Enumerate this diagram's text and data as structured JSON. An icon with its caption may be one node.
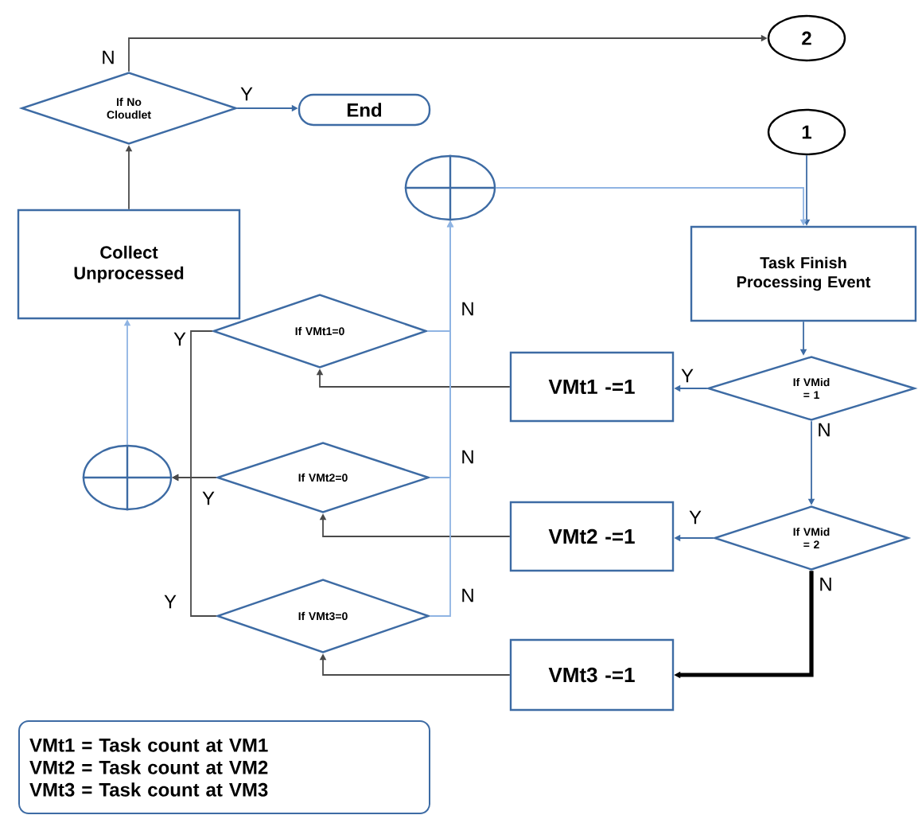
{
  "diagram": {
    "nodes": [
      {
        "text": [
          "If No Cloudlet"
        ]
      },
      {
        "text": [
          "End"
        ]
      },
      {
        "text": [
          "2"
        ]
      },
      {
        "text": [
          "1"
        ]
      },
      {
        "text": [],
        "shape": "circle"
      },
      {
        "text": [
          "Collect Unprocessed"
        ]
      },
      {
        "text": [
          "Task Finish Processing Event"
        ]
      },
      {
        "text": [
          "If VMt1=0"
        ]
      },
      {
        "text": [
          "VMt1 -=1"
        ]
      },
      {
        "text": [
          "If VMid = 1"
        ]
      },
      {
        "text": [],
        "shape": "circle"
      },
      {
        "text": [
          "If VMt2=0"
        ]
      },
      {
        "text": [
          "VMt2 -=1"
        ]
      },
      {
        "text": [
          "If VMid = 2"
        ]
      },
      {
        "text": [
          "If VMt3=0"
        ]
      },
      {
        "text": [
          "VMt3 -=1"
        ]
      },
      {
        "text": [
          "VMt1 = Task count at VM1",
          "VMt2 = Task count at VM2",
          "VMt3 = Task count at VM3"
        ]
      }
    ],
    "edges": [
      {
        "from": 0,
        "to": 2,
        "arrow": "to",
        "label": "N"
      },
      {
        "from": 0,
        "to": 1,
        "arrow": "to",
        "label": "Y",
        "color": "#3d6ba4"
      },
      {
        "from": 5,
        "to": 0,
        "arrow": "to"
      },
      {
        "from": 3,
        "to": 6,
        "arrow": "to",
        "color": "#3d6ba4"
      },
      {
        "from": 4,
        "to": 6,
        "arrow": "to",
        "color": "#8fb4e3"
      },
      {
        "from": 6,
        "to": 9,
        "arrow": "to",
        "color": "#3d6ba4"
      },
      {
        "from": 9,
        "to": 8,
        "arrow": "to",
        "label": "Y",
        "color": "#3d6ba4"
      },
      {
        "from": 9,
        "to": 13,
        "arrow": "to",
        "label": "N",
        "color": "#3d6ba4"
      },
      {
        "from": 13,
        "to": 12,
        "arrow": "to",
        "label": "Y",
        "color": "#3d6ba4"
      },
      {
        "from": 13,
        "to": 15,
        "arrow": "to",
        "label": "N",
        "style": "thick",
        "color": "#000000"
      },
      {
        "from": 8,
        "to": 7,
        "arrow": "to"
      },
      {
        "from": 12,
        "to": 11,
        "arrow": "to"
      },
      {
        "from": 15,
        "to": 14,
        "arrow": "to"
      },
      {
        "from": 7,
        "to": 4,
        "arrow": "to",
        "label": "N",
        "color": "#8fb4e3"
      },
      {
        "from": 11,
        "to": 4,
        "arrow": "to",
        "label": "N",
        "color": "#8fb4e3"
      },
      {
        "from": 14,
        "to": 4,
        "arrow": "to",
        "label": "N",
        "color": "#8fb4e3"
      },
      {
        "from": 7,
        "to": 10,
        "arrow": "to",
        "label": "Y"
      },
      {
        "from": 11,
        "to": 10,
        "arrow": "to",
        "label": "Y"
      },
      {
        "from": 14,
        "to": 10,
        "arrow": "to",
        "label": "Y"
      },
      {
        "from": 10,
        "to": 5,
        "arrow": "to",
        "color": "#8fb4e3"
      }
    ]
  }
}
